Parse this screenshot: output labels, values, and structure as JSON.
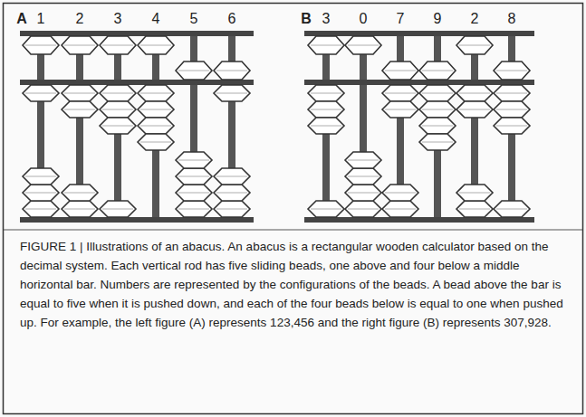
{
  "diagram": {
    "caption": "FIGURE 1 | Illustrations of an abacus. An abacus is a rectangular wooden calculator based on the decimal system. Each vertical rod has five sliding beads, one above and four below a middle horizontal bar. Numbers are represented by the configurations of the beads. A bead above the bar is equal to five when it is pushed down, and each of the four beads below is equal to one when pushed up. For example, the left figure (A) represents 123,456 and the right figure (B) represents 307,928.",
    "labels": [
      "A",
      "1",
      "2",
      "3",
      "4",
      "5",
      "6",
      "B",
      "3",
      "0",
      "7",
      "9",
      "2",
      "8"
    ]
  }
}
